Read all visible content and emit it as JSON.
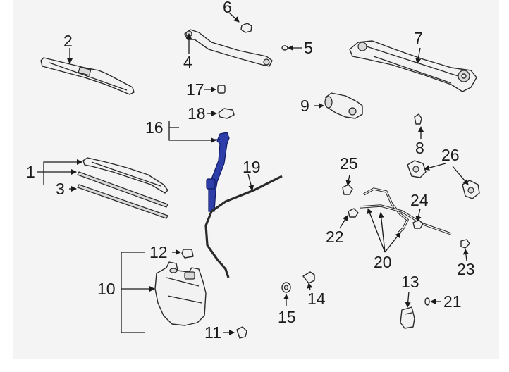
{
  "diagram": {
    "labels": {
      "p1": "1",
      "p2": "2",
      "p3": "3",
      "p4": "4",
      "p5": "5",
      "p6": "6",
      "p7": "7",
      "p8": "8",
      "p9": "9",
      "p10": "10",
      "p11": "11",
      "p12": "12",
      "p13": "13",
      "p14": "14",
      "p15": "15",
      "p16": "16",
      "p17": "17",
      "p18": "18",
      "p19": "19",
      "p20": "20",
      "p21": "21",
      "p22": "22",
      "p23": "23",
      "p24": "24",
      "p25": "25",
      "p26": "26"
    },
    "highlight_color": "#2d3ea8",
    "highlighted_part": "16"
  }
}
